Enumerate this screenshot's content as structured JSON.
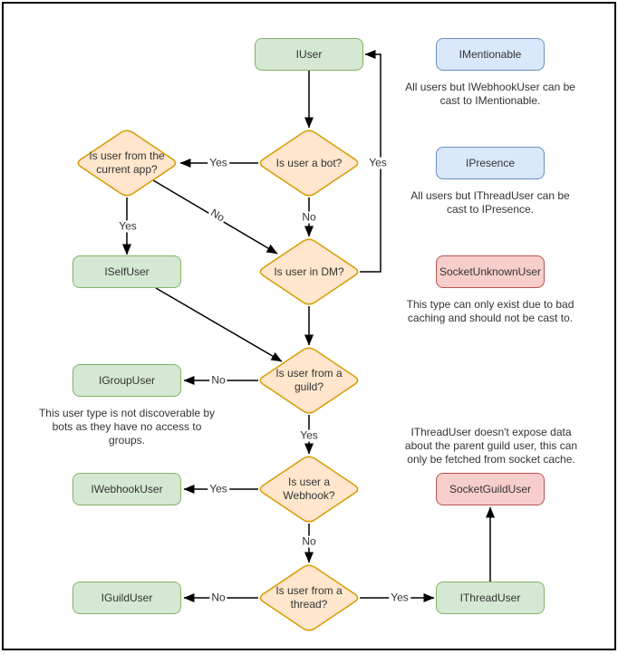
{
  "diagram": {
    "nodes": {
      "iuser": {
        "label": "IUser"
      },
      "imentionable": {
        "label": "IMentionable"
      },
      "ipresence": {
        "label": "IPresence"
      },
      "socketunknownuser": {
        "label": "SocketUnknownUser"
      },
      "iselfuser": {
        "label": "ISelfUser"
      },
      "igroupuser": {
        "label": "IGroupUser"
      },
      "iwebhookuser": {
        "label": "IWebhookUser"
      },
      "socketguilduser": {
        "label": "SocketGuildUser"
      },
      "iguilduser": {
        "label": "IGuildUser"
      },
      "ithreaduser": {
        "label": "IThreadUser"
      }
    },
    "decisions": {
      "is_bot": {
        "label": "Is user a bot?"
      },
      "current_app": {
        "label": "Is user from the current app?"
      },
      "in_dm": {
        "label": "Is user in DM?"
      },
      "from_guild": {
        "label": "Is user from a guild?"
      },
      "is_webhook": {
        "label": "Is user a Webhook?"
      },
      "from_thread": {
        "label": "Is user from a thread?"
      }
    },
    "notes": {
      "mentionable": "All users but IWebhookUser can be cast to IMentionable.",
      "presence": "All users but IThreadUser can be cast to IPresence.",
      "unknown": "This type can only exist due to bad caching and should not be cast to.",
      "group": "This user type is not discoverable by bots as they have no access to groups.",
      "thread": "IThreadUser doesn't expose data about the parent guild user, this can only be fetched from socket cache."
    },
    "edge_labels": {
      "yes": "Yes",
      "no": "No"
    },
    "colors": {
      "green_fill": "#d5e8d4",
      "green_stroke": "#82b366",
      "blue_fill": "#dae8fc",
      "blue_stroke": "#6c8ebf",
      "red_fill": "#f8cecc",
      "red_stroke": "#b85450",
      "orange_fill": "#ffe6cc",
      "orange_stroke": "#d79b00",
      "edge_stroke": "#000000",
      "text": "#333333"
    }
  }
}
